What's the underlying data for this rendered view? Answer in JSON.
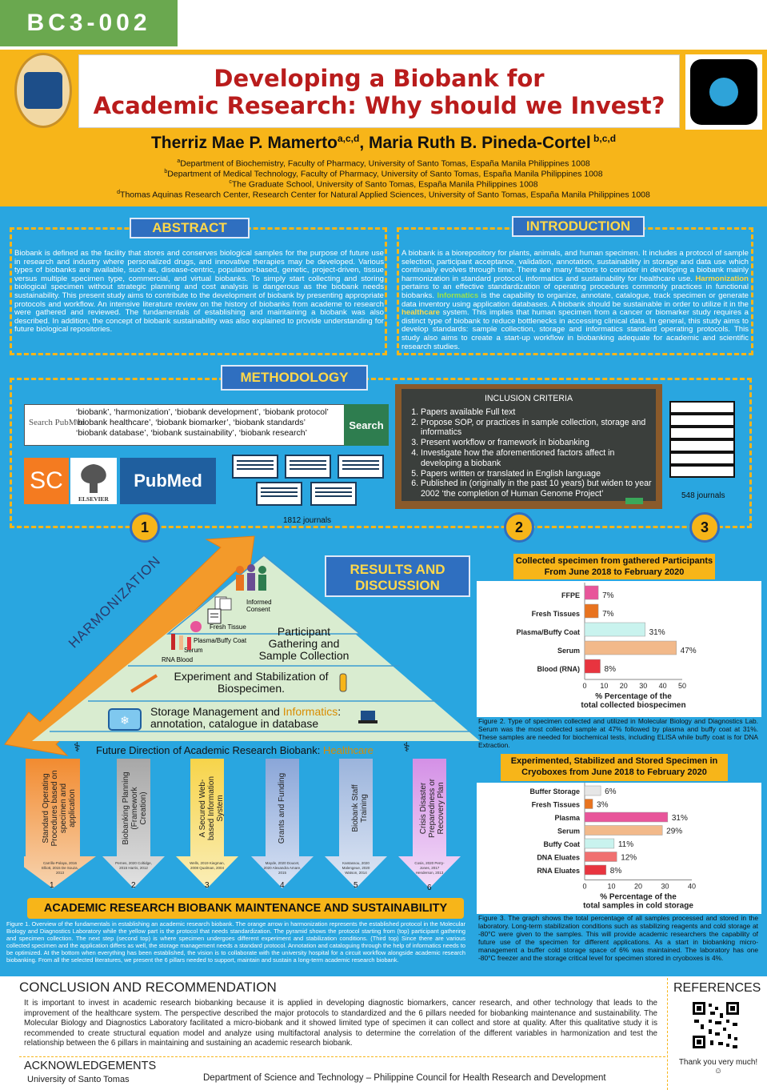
{
  "poster_code": "BC3-002",
  "title_line1": "Developing a Biobank for",
  "title_line2": "Academic Research: Why should we Invest?",
  "authors": {
    "author1": "Therriz Mae P. Mamerto",
    "author1_sup": "a,c,d",
    "sep": ", ",
    "author2": "Maria Ruth B. Pineda-Cortel",
    "author2_sup": " b,c,d"
  },
  "affiliations": [
    {
      "sup": "a",
      "text": "Department of Biochemistry, Faculty of Pharmacy, University of Santo Tomas, España Manila Philippines 1008"
    },
    {
      "sup": "b",
      "text": "Department of Medical Technology, Faculty of Pharmacy, University of Santo Tomas, España Manila Philippines 1008"
    },
    {
      "sup": "c",
      "text": "The Graduate School, University of Santo Tomas, España Manila Philippines 1008"
    },
    {
      "sup": "d",
      "text": "Thomas Aquinas Research Center, Research Center for Natural Applied Sciences, University of Santo Tomas, España Manila Philippines 1008"
    }
  ],
  "abstract": {
    "title": "ABSTRACT",
    "text": "Biobank is defined as the facility that stores and conserves biological samples for the purpose of future use in research and industry where personalized drugs, and innovative therapies may be developed. Various types of biobanks are available, such as, disease-centric, population-based, genetic, project-driven, tissue versus multiple specimen type, commercial, and virtual biobanks. To simply start collecting and storing biological specimen without strategic planning and cost analysis is dangerous as the biobank needs sustainability.  This present study aims to contribute to the development of biobank by presenting appropriate protocols and workflow.  An intensive literature review on the history of biobanks from academe to research were gathered and reviewed.  The fundamentals of establishing and maintaining a biobank was also described.  In addition, the concept of biobank sustainability was also explained to provide understanding for future biological repositories."
  },
  "introduction": {
    "title": "INTRODUCTION",
    "p1": "A biobank is a biorepository for plants, animals, and human specimen. It includes a protocol of sample selection, participant acceptance, validation, annotation, sustainability in storage and data use which continually evolves through time. There are many factors to consider in developing a biobank mainly harmonization in standard protocol, informatics and sustainability for healthcare use.  ",
    "kw_harmonization": "Harmonization",
    "p2": " pertains to an effective standardization of operating procedures commonly practices in functional biobanks. ",
    "kw_informatics": "Informatics",
    "p3": " is the capability to organize, annotate, catalogue, track specimen or generate data inventory using application databases.  A biobank should be sustainable in order to utilize it in the ",
    "kw_healthcare": "healthcare",
    "p4": " system. This implies that human specimen from a cancer or biomarker study requires a distinct type of biobank to reduce bottlenecks in accessing clinical data. In general, this study aims to develop standards:  sample collection, storage and informatics standard operating protocols.  This study also aims to create a start-up workflow in biobanking adequate for academic and scientific research studies."
  },
  "methodology": {
    "title": "METHODOLOGY",
    "search_placeholder": "Search PubMed",
    "search_terms": [
      "‘biobank’, ‘harmonization’, ‘biobank development’, ‘biobank protocol’",
      "‘biobank healthcare’, ‘biobank biomarker’, ‘biobank standards’",
      "‘biobank database’, ‘biobank sustainability’, ‘biobank research’"
    ],
    "search_button": "Search",
    "logo_sc": "SC",
    "logo_elsevier": "ELSEVIER",
    "logo_pubmed": "PubMed",
    "journals_1": "1812 journals",
    "journals_2": "548 journals",
    "inclusion_title": "INCLUSION CRITERIA",
    "criteria": [
      "Papers available Full text",
      "Propose SOP, or practices in sample collection, storage and informatics",
      "Present workflow or framework in biobanking",
      "Investigate how the aforementioned factors affect in developing a biobank",
      "Papers written or translated in English language",
      "Published in (originally in the past 10 years)  but widen to year 2002 ‘the completion of Human Genome Project’"
    ],
    "steps": [
      "1",
      "2",
      "3"
    ]
  },
  "framework": {
    "harmonization": "HARMONIZATION",
    "informed_consent": "Informed Consent",
    "fresh_tissue": "Fresh Tissue",
    "plasma_buffy": "Plasma/Buffy Coat",
    "serum": "Serum",
    "rna_blood": "RNA Blood",
    "level1": "Participant Gathering and Sample Collection",
    "level2": "Experiment and Stabilization of Biospecimen.",
    "level3_a": "Storage Management and ",
    "level3_kw": "Informatics",
    "level3_b": ":",
    "level3_c": "annotation, catalogue in database",
    "future_a": "Future Direction of Academic Research Biobank: ",
    "future_kw": "Healthcare",
    "pillars": [
      {
        "label": "Standard Operating Procedures based on specimen and application",
        "refs": "Carrillo-Polaya, 2016 Elliott, 2015 De Souza, 2013",
        "num": "1"
      },
      {
        "label": "Biobanking Planning (Framework Creation)",
        "refs": "Pernes, 2020 Coltidge, 2015 Harris, 2012",
        "num": "2"
      },
      {
        "label": "A Secured Web-based Information System",
        "refs": "Wells, 2019 Kiegman, 2008 Qualman, 2004",
        "num": "3"
      },
      {
        "label": "Grants and Funding",
        "refs": "Mayde, 2020 Doucet, 2020 Alexandra Amare, 2015",
        "num": "4"
      },
      {
        "label": "Biobank Staff Training",
        "refs": "Kantassou, 2020 Malengeue, 2020 Watson, 2014",
        "num": "5"
      },
      {
        "label": "Crisis Disaster Preparedness or Recovery Plan",
        "refs": "Cosis, 2020 Perry-Jones, 2017 Henderson, 2013",
        "num": "6"
      }
    ],
    "base": "ACADEMIC RESEARCH BIOBANK MAINTENANCE AND SUSTAINABILITY",
    "caption": "Figure 1. Overview of the fundamentals in establishing an academic research biobank.  The orange arrow in harmonization represents the established protocol in the Molecular Biology and Diagnostics Laboratory while the yellow part is the protocol that needs standardization.  The pyramid shows the protocol starting from (top) participant gathering and specimen collection.  The next step (second top) is where specimen undergoes different experiment and stabilization conditions.  (Third top) Since there are various collected specimen and the application differs as well, the storage management needs a standard protocol.  Annotation and cataloguing through the help of informatics needs to be optimized.  At the bottom when everything has been established, the vision is to collaborate with the university hospital for a circuit workflow alongside academic research biobanking. From all the selected literatures, we present the 6 pillars needed to support, maintain and sustain a long-term academic research biobank."
  },
  "results_title_1": "RESULTS AND",
  "results_title_2": "DISCUSSION",
  "chart_data": [
    {
      "type": "bar",
      "orientation": "horizontal",
      "title": "Collected specimen from gathered Participants From June 2018 to February 2020",
      "categories": [
        "FFPE",
        "Fresh Tissues",
        "Plasma/Buffy Coat",
        "Serum",
        "Blood (RNA)"
      ],
      "values": [
        7,
        7,
        31,
        47,
        8
      ],
      "value_labels": [
        "7%",
        "7%",
        "31%",
        "47%",
        "8%"
      ],
      "colors": [
        "#e8559a",
        "#e8731f",
        "#c9f3ee",
        "#f2b98a",
        "#e8343f"
      ],
      "xlabel": "% Percentage of the total collected biospecimen",
      "xlim": [
        0,
        50
      ],
      "xticks": [
        "0",
        "10",
        "20",
        "30",
        "40",
        "50"
      ],
      "caption": "Figure 2. Type of specimen collected and utilized in Molecular Biology and Diagnostics Lab.  Serum was the most collected sample at 47% followed by plasma and buffy coat at 31%.  These samples are needed for biochemical tests, including ELISA while buffy coat is for DNA Extraction."
    },
    {
      "type": "bar",
      "orientation": "horizontal",
      "title": "Experimented, Stabilized and Stored Specimen in Cryoboxes from June 2018 to February 2020",
      "categories": [
        "Buffer Storage",
        "Fresh Tissues",
        "Plasma",
        "Serum",
        "Buffy Coat",
        "DNA Eluates",
        "RNA Eluates"
      ],
      "values": [
        6,
        3,
        31,
        29,
        11,
        12,
        8
      ],
      "value_labels": [
        "6%",
        "3%",
        "31%",
        "29%",
        "11%",
        "12%",
        "8%"
      ],
      "colors": [
        "#e6e6e6",
        "#e8731f",
        "#e8559a",
        "#f2b98a",
        "#c9f3ee",
        "#f07070",
        "#e8343f"
      ],
      "xlabel": "% Percentage of the total samples in cold storage",
      "xlim": [
        0,
        40
      ],
      "xticks": [
        "0",
        "10",
        "20",
        "30",
        "40"
      ],
      "caption": "Figure 3.  The graph shows the total percentage of all samples processed and stored in the laboratory.  Long-term stabilization conditions such as stabilizing reagents and cold storage at -80°C were given to the samples. This will provide academic researchers the capability of future use of the specimen for different applications. As a start in biobanking micro-management a buffer cold storage space of 6% was maintained.  The laboratory has one -80°C freezer and the storage critical level for specimen stored in cryoboxes is 4%."
    }
  ],
  "conclusion": {
    "title": "CONCLUSION AND RECOMMENDATION",
    "text": "It is important to invest in academic research biobanking because it is applied in developing diagnostic biomarkers, cancer research, and other technology that leads to the improvement of the healthcare system.  The perspective described the major protocols to standardized and the 6 pillars needed for biobanking maintenance and sustainability.  The Molecular Biology and Diagnostics Laboratory facilitated a micro-biobank and it showed limited type of specimen it can collect and store at quality.  After this qualitative study it is recommended to create structural equation model and analyze using multifactoral analysis to determine the correlation of the different variables in harmonization and test the relationship between the 6 pillars in maintaining and sustaining an academic research biobank."
  },
  "acknowledgements": {
    "title": "ACKNOWLEDGEMENTS",
    "org1": "University of Santo Tomas",
    "org2": "Department of Science and Technology – Philippine Council for Health Research and Development"
  },
  "references": {
    "title": "REFERENCES",
    "thanks": "Thank you very much! ☺"
  }
}
